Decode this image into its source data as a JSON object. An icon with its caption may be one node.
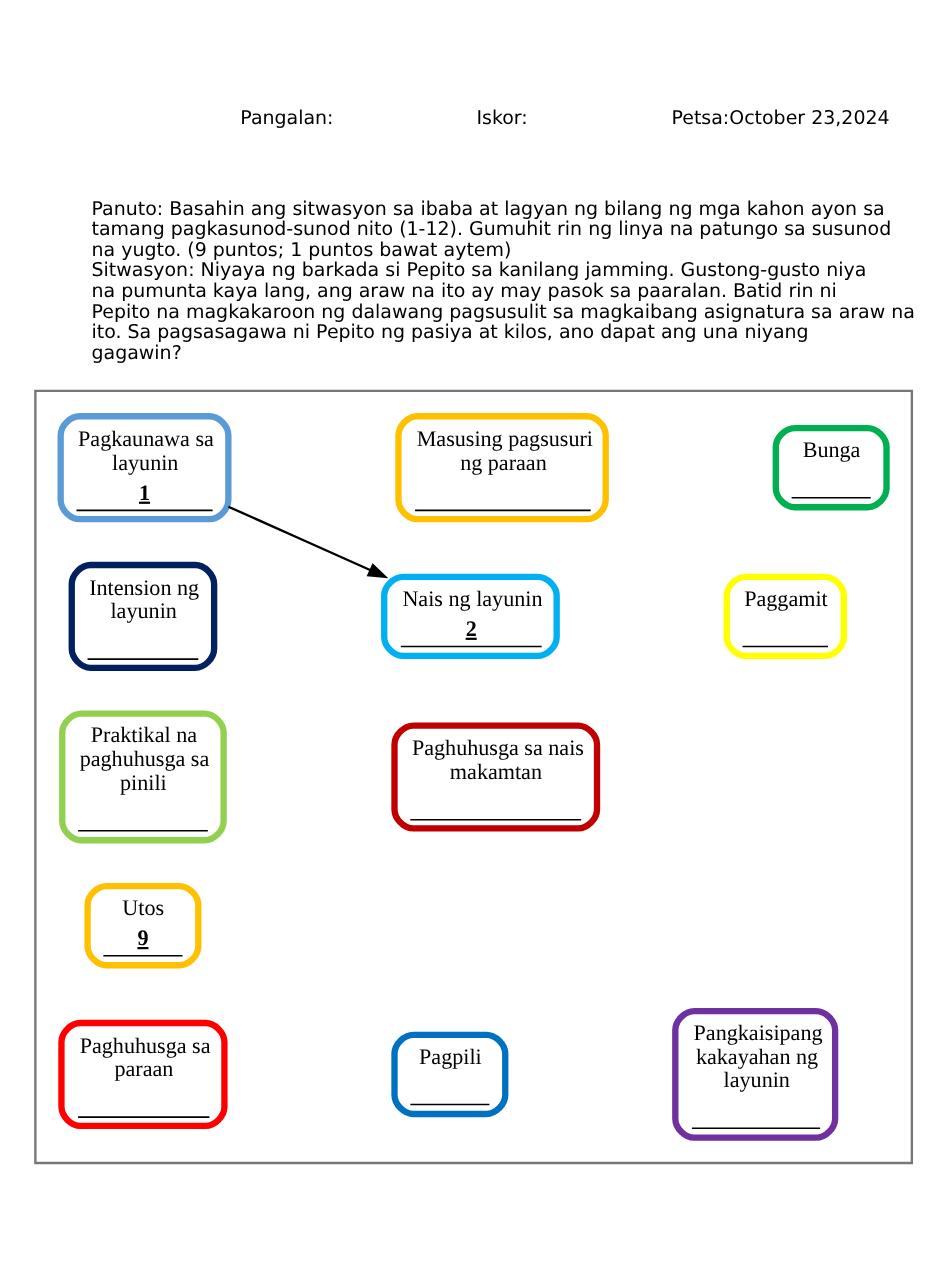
{
  "diagram": {
    "nodes": [
      {
        "text": [],
        "shape": "box"
      },
      {
        "text": [
          "Pagkaunawa sa layunin",
          "1"
        ],
        "in": 0
      },
      {
        "text": [
          "Masusing pagsusuri ng paraan"
        ],
        "in": 0
      },
      {
        "text": [
          "Bunga"
        ],
        "in": 0
      },
      {
        "text": [
          "Intension ng layunin"
        ],
        "in": 0
      },
      {
        "text": [
          "Nais ng layunin",
          "2"
        ],
        "in": 0
      },
      {
        "text": [
          "Paggamit"
        ],
        "in": 0
      },
      {
        "text": [
          "Praktikal na paghuhusga sa pinili"
        ],
        "in": 0
      },
      {
        "text": [
          "Paghuhusga sa nais makamtan"
        ],
        "in": 0
      },
      {
        "text": [
          "Utos",
          "9"
        ],
        "in": 0
      },
      {
        "text": [
          "Paghuhusga sa paraan"
        ],
        "in": 0
      },
      {
        "text": [
          "Pagpili"
        ],
        "in": 0
      },
      {
        "text": [
          "Pangkaisipang kakayahan ng layunin"
        ],
        "in": 0
      }
    ],
    "edges": [
      {
        "from": 1,
        "to": 5,
        "arrow": "to"
      }
    ],
    "labels": [
      "Pangalan:",
      "Iskor:",
      "Petsa:October 23,2024",
      "Panuto: Basahin ang sitwasyon sa ibaba at lagyan ng bilang ng mga kahon ayon sa tamang pagkasunod-sunod nito (1-12). Gumuhit rin ng linya na patungo sa susunod na yugto. (9 puntos; 1 puntos bawat aytem)",
      "Sitwasyon: Niyaya ng barkada si Pepito sa kanilang jamming. Gustong-gusto niya na pumunta kaya lang, ang araw na ito ay may pasok sa paaralan. Batid rin ni Pepito na magkakaroon ng dalawang pagsusulit sa magkaibang asignatura sa araw na ito. Sa pagsasagawa ni Pepito ng pasiya at kilos, ano dapat ang una niyang gagawin?"
    ]
  }
}
